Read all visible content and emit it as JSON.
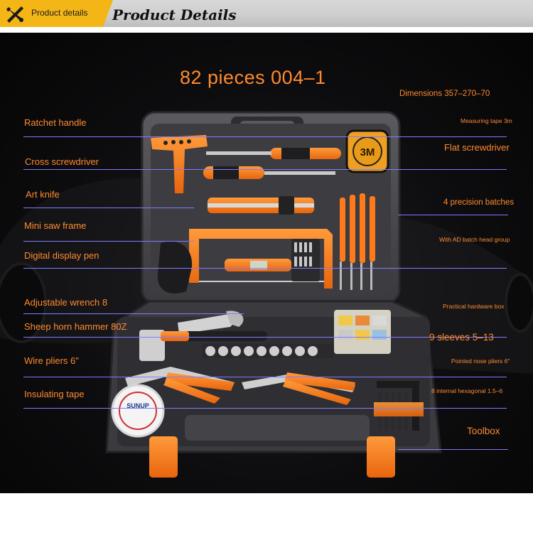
{
  "header": {
    "tag_label": "Product details",
    "title": "Product Details",
    "icon": "tools-icon"
  },
  "headline": "82 pieces 004–1",
  "labels": {
    "dimensions": "Dimensions 357–270–70",
    "measuring_tape": "Measuring tape 3m",
    "flat_screwdriver": "Flat screwdriver",
    "precision_batches": "4 precision batches",
    "batch_head_group": "With AD batch head group",
    "hardware_box": "Practical hardware box",
    "sleeves": "9 sleeves 5–13",
    "pointed_pliers": "Pointed nose pliers 6\"",
    "hexagonal": "8 internal hexagonal 1.5–6",
    "toolbox": "Toolbox",
    "ratchet_handle": "Ratchet handle",
    "cross_screwdriver": "Cross screwdriver",
    "art_knife": "Art knife",
    "saw_frame": "Mini saw frame",
    "display_pen": "Digital display pen",
    "wrench": "Adjustable wrench 8",
    "hammer": "Sheep horn hammer 80Z",
    "wire_pliers": "Wire pliers 6\"",
    "insulating_tape": "Insulating tape",
    "tape_brand": "3M",
    "tape_roll_brand": "SUNUP"
  },
  "colors": {
    "accent_orange": "#ff8a2e",
    "tag_yellow": "#f3b616",
    "guide_line": "#7e7cff",
    "case_gray": "#4a4a4e"
  }
}
